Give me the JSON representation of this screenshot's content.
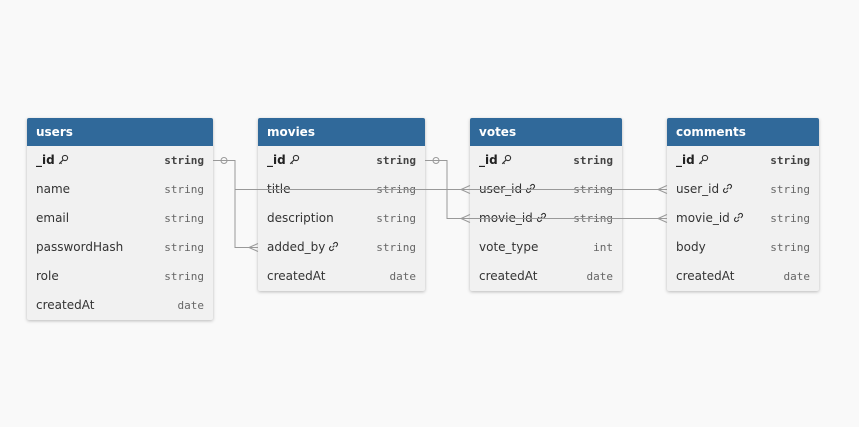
{
  "colors": {
    "header": "#30699a",
    "body": "#f1f1f1",
    "connector": "#999999",
    "background": "#f9f9f9"
  },
  "tables": [
    {
      "name": "users",
      "fields": [
        {
          "name": "_id",
          "type": "string",
          "pk": true
        },
        {
          "name": "name",
          "type": "string"
        },
        {
          "name": "email",
          "type": "string"
        },
        {
          "name": "passwordHash",
          "type": "string"
        },
        {
          "name": "role",
          "type": "string"
        },
        {
          "name": "createdAt",
          "type": "date"
        }
      ]
    },
    {
      "name": "movies",
      "fields": [
        {
          "name": "_id",
          "type": "string",
          "pk": true
        },
        {
          "name": "title",
          "type": "string"
        },
        {
          "name": "description",
          "type": "string"
        },
        {
          "name": "added_by",
          "type": "string",
          "fk": true
        },
        {
          "name": "createdAt",
          "type": "date"
        }
      ]
    },
    {
      "name": "votes",
      "fields": [
        {
          "name": "_id",
          "type": "string",
          "pk": true
        },
        {
          "name": "user_id",
          "type": "string",
          "fk": true
        },
        {
          "name": "movie_id",
          "type": "string",
          "fk": true
        },
        {
          "name": "vote_type",
          "type": "int"
        },
        {
          "name": "createdAt",
          "type": "date"
        }
      ]
    },
    {
      "name": "comments",
      "fields": [
        {
          "name": "_id",
          "type": "string",
          "pk": true
        },
        {
          "name": "user_id",
          "type": "string",
          "fk": true
        },
        {
          "name": "movie_id",
          "type": "string",
          "fk": true
        },
        {
          "name": "body",
          "type": "string"
        },
        {
          "name": "createdAt",
          "type": "date"
        }
      ]
    }
  ],
  "relationships": [
    {
      "from": "users._id",
      "to": "movies.added_by",
      "cardinality": "one-to-many"
    },
    {
      "from": "users._id",
      "to": "votes.user_id",
      "cardinality": "one-to-many"
    },
    {
      "from": "users._id",
      "to": "comments.user_id",
      "cardinality": "one-to-many"
    },
    {
      "from": "movies._id",
      "to": "votes.movie_id",
      "cardinality": "one-to-many"
    },
    {
      "from": "movies._id",
      "to": "comments.movie_id",
      "cardinality": "one-to-many"
    }
  ]
}
